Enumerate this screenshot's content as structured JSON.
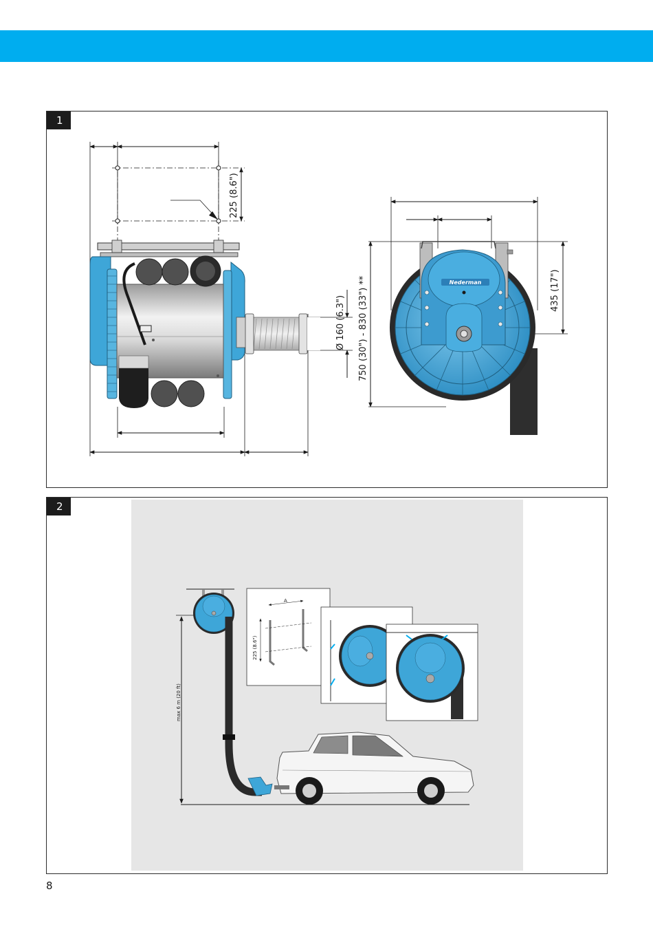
{
  "colors": {
    "brand_bar": "#00adef",
    "reel_blue": "#3ea6d8",
    "reel_dark": "#1f6f99",
    "hose": "#2e2e2e",
    "panel_bg_2": "#e6e6e6"
  },
  "panels": [
    {
      "number": "1",
      "dimensions": {
        "bracket_spacing": "225 (8.6\")",
        "hose_diameter": "Ø 160 (6.3\")",
        "height_range": "750 (30\") - 830 (33\") **",
        "side_height": "435 (17\")"
      },
      "reel_brand": "Nederman"
    },
    {
      "number": "2",
      "labels": {
        "max_height": "max 6 m (20 ft)",
        "bracket_spacing_small": "225 (8.6\")",
        "bracket_a": "A"
      }
    }
  ],
  "page_number": "8"
}
